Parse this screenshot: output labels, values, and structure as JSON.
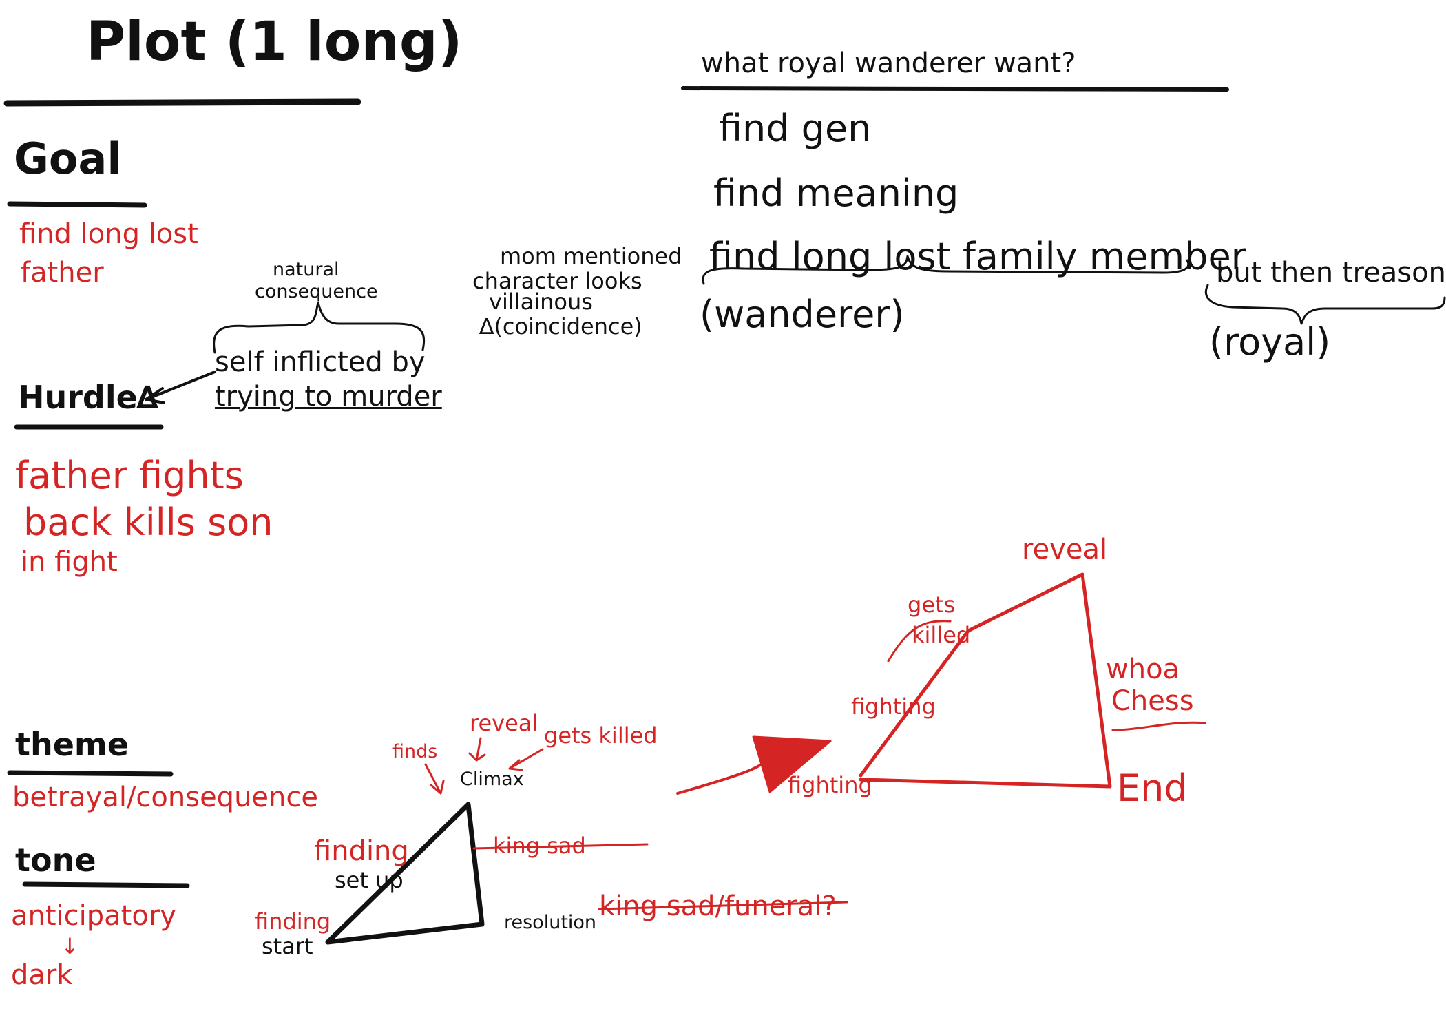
{
  "title": "Plot (1 long)",
  "left": {
    "goal_heading": "Goal",
    "goal_text": [
      "find long lost",
      "father"
    ],
    "hurdle_heading": "Hurdle",
    "hurdle_symbol": "∆",
    "hurdle_text": [
      "father fights",
      "back kills son",
      "in fight"
    ],
    "theme_heading": "theme",
    "theme_text": "betrayal/consequence",
    "tone_heading": "tone",
    "tone_text": "anticipatory",
    "tone_text2": "dark"
  },
  "notes": {
    "natural_consequence": [
      "natural",
      "consequence"
    ],
    "self_inflicted": [
      "self inflicted by",
      "trying to murder"
    ],
    "mom_mentioned": "mom mentioned",
    "character_looks": [
      "character looks",
      "villainous"
    ],
    "coincidence": "∆(coincidence)",
    "question": "what royal wanderer want?",
    "wants": [
      "find gen",
      "find meaning",
      "find long lost family member"
    ],
    "wanderer": "(wanderer)",
    "but_then": "but then treason",
    "royal": "(royal)"
  },
  "small_arc": {
    "finds": "finds",
    "reveal": "reveal",
    "gets_killed": "gets killed",
    "climax": "Climax",
    "finding_upper": "finding",
    "setup": "set up",
    "finding_lower": "finding",
    "start": "start",
    "king_sad": "king sad",
    "resolution": "resolution",
    "king_sad_funeral": "king sad/funeral?"
  },
  "big_arc": {
    "reveal": "reveal",
    "gets": "gets",
    "killed": "killed",
    "fighting_upper": "fighting",
    "whoa": "whoa",
    "chess": "Chess",
    "fighting_lower": "fighting",
    "end": "End"
  },
  "colors": {
    "ink": "#111111",
    "red": "#d42424"
  }
}
